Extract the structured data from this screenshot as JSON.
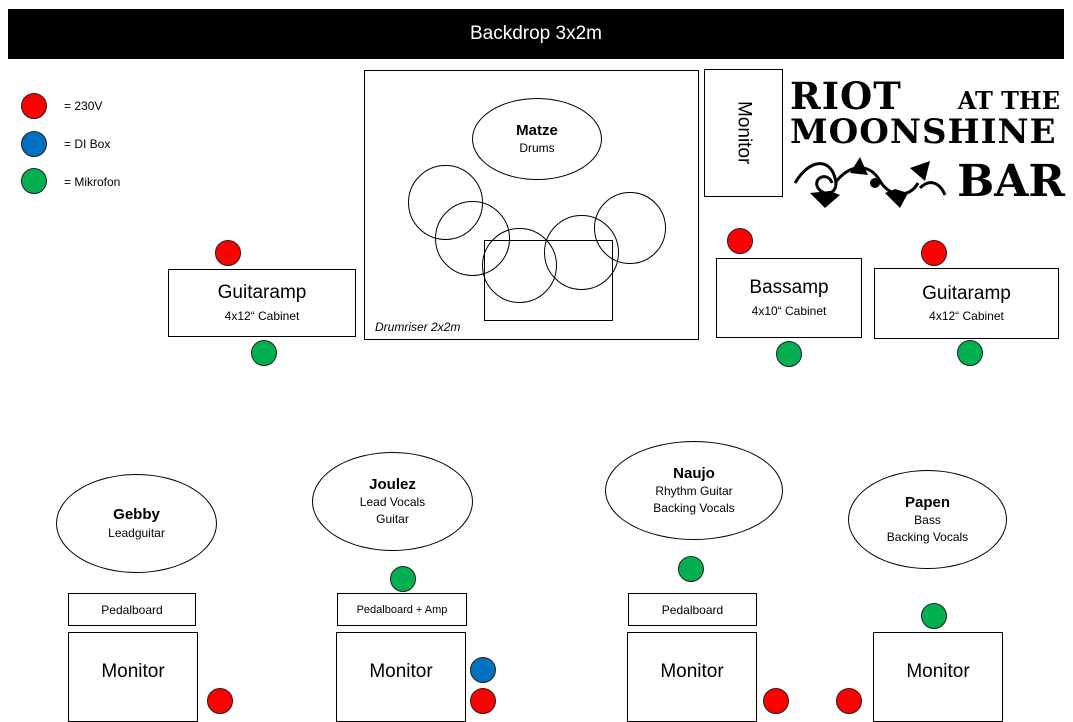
{
  "backdrop": {
    "label": "Backdrop 3x2m",
    "color": "#000000"
  },
  "legend": [
    {
      "icon": "red-dot",
      "label": "= 230V",
      "color": "#ff0000"
    },
    {
      "icon": "blue-dot",
      "label": "= DI Box",
      "color": "#0070c0"
    },
    {
      "icon": "green-dot",
      "label": "= Mikrofon",
      "color": "#00b050"
    }
  ],
  "drumriser": {
    "label": "Drumriser 2x2m",
    "drummer": {
      "name": "Matze",
      "role": "Drums"
    }
  },
  "monitor_top": {
    "label": "Monitor"
  },
  "logo": {
    "line1": "RIOT",
    "line1b": "AT THE",
    "line2": "MOONSHINE",
    "line3": "BAR"
  },
  "amps": {
    "left": {
      "title": "Guitaramp",
      "sub": "4x12“ Cabinet"
    },
    "bass": {
      "title": "Bassamp",
      "sub": "4x10“ Cabinet"
    },
    "right": {
      "title": "Guitaramp",
      "sub": "4x12“ Cabinet"
    }
  },
  "members": [
    {
      "name": "Gebby",
      "roles": [
        "Leadguitar"
      ]
    },
    {
      "name": "Joulez",
      "roles": [
        "Lead Vocals",
        "Guitar"
      ]
    },
    {
      "name": "Naujo",
      "roles": [
        "Rhythm Guitar",
        "Backing Vocals"
      ]
    },
    {
      "name": "Papen",
      "roles": [
        "Bass",
        "Backing Vocals"
      ]
    }
  ],
  "pedalboards": [
    "Pedalboard",
    "Pedalboard + Amp",
    "Pedalboard"
  ],
  "monitors_front": [
    "Monitor",
    "Monitor",
    "Monitor",
    "Monitor"
  ]
}
